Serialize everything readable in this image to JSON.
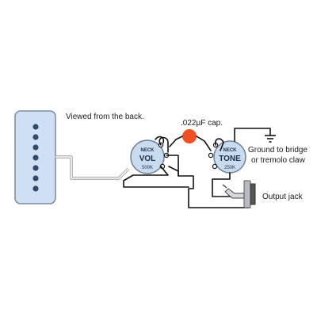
{
  "labels": {
    "viewed_from_back": "Viewed from the back.",
    "capacitor": ".022µF cap.",
    "ground_line1": "Ground to bridge",
    "ground_line2": "or tremolo claw",
    "output_jack": "Output jack"
  },
  "pots": {
    "volume": {
      "top": "NECK",
      "main": "VOL",
      "value": "500K"
    },
    "tone": {
      "top": "NECK",
      "main": "TONE",
      "value": "250K"
    }
  },
  "colors": {
    "pickup_fill": "#cfe0f2",
    "pickup_stroke": "#7a8aa0",
    "pot_fill": "#c9dbee",
    "pot_stroke": "#6f7f95",
    "capacitor": "#f04e23",
    "wire": "#111111",
    "pickup_lead": "#9a9a9a",
    "jack_metal": "#b8bcc2"
  },
  "icons": {
    "ground": "ground-symbol-icon",
    "jack": "output-jack-icon"
  }
}
